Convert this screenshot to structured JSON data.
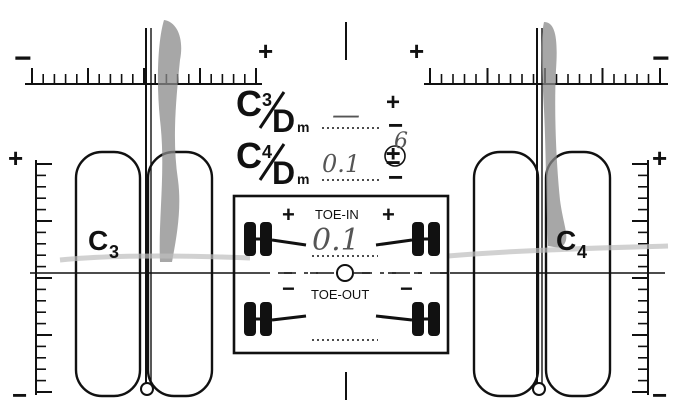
{
  "colors": {
    "ink": "#111111",
    "marker": "#8a8a8a",
    "paper": "#ffffff"
  },
  "labels": {
    "plus": "+",
    "minus": "−",
    "plus_minus": "±"
  },
  "camber_gauges": {
    "left_wheel_label": "C",
    "left_wheel_subscript": "3",
    "right_wheel_label": "C",
    "right_wheel_subscript": "4"
  },
  "readings": {
    "c3_prefix": "C",
    "c3_sub": "3",
    "c3_denom": "D",
    "c3_denom_sub": "m",
    "c3_value": "—",
    "c4_prefix": "C",
    "c4_sub": "4",
    "c4_denom": "D",
    "c4_denom_sub": "m",
    "c4_value": "0.1",
    "c4_margin_value": "6"
  },
  "toe_box": {
    "toe_in_label": "TOE-IN",
    "toe_out_label": "TOE-OUT",
    "toe_in_value": "0.1",
    "toe_out_value": ""
  }
}
